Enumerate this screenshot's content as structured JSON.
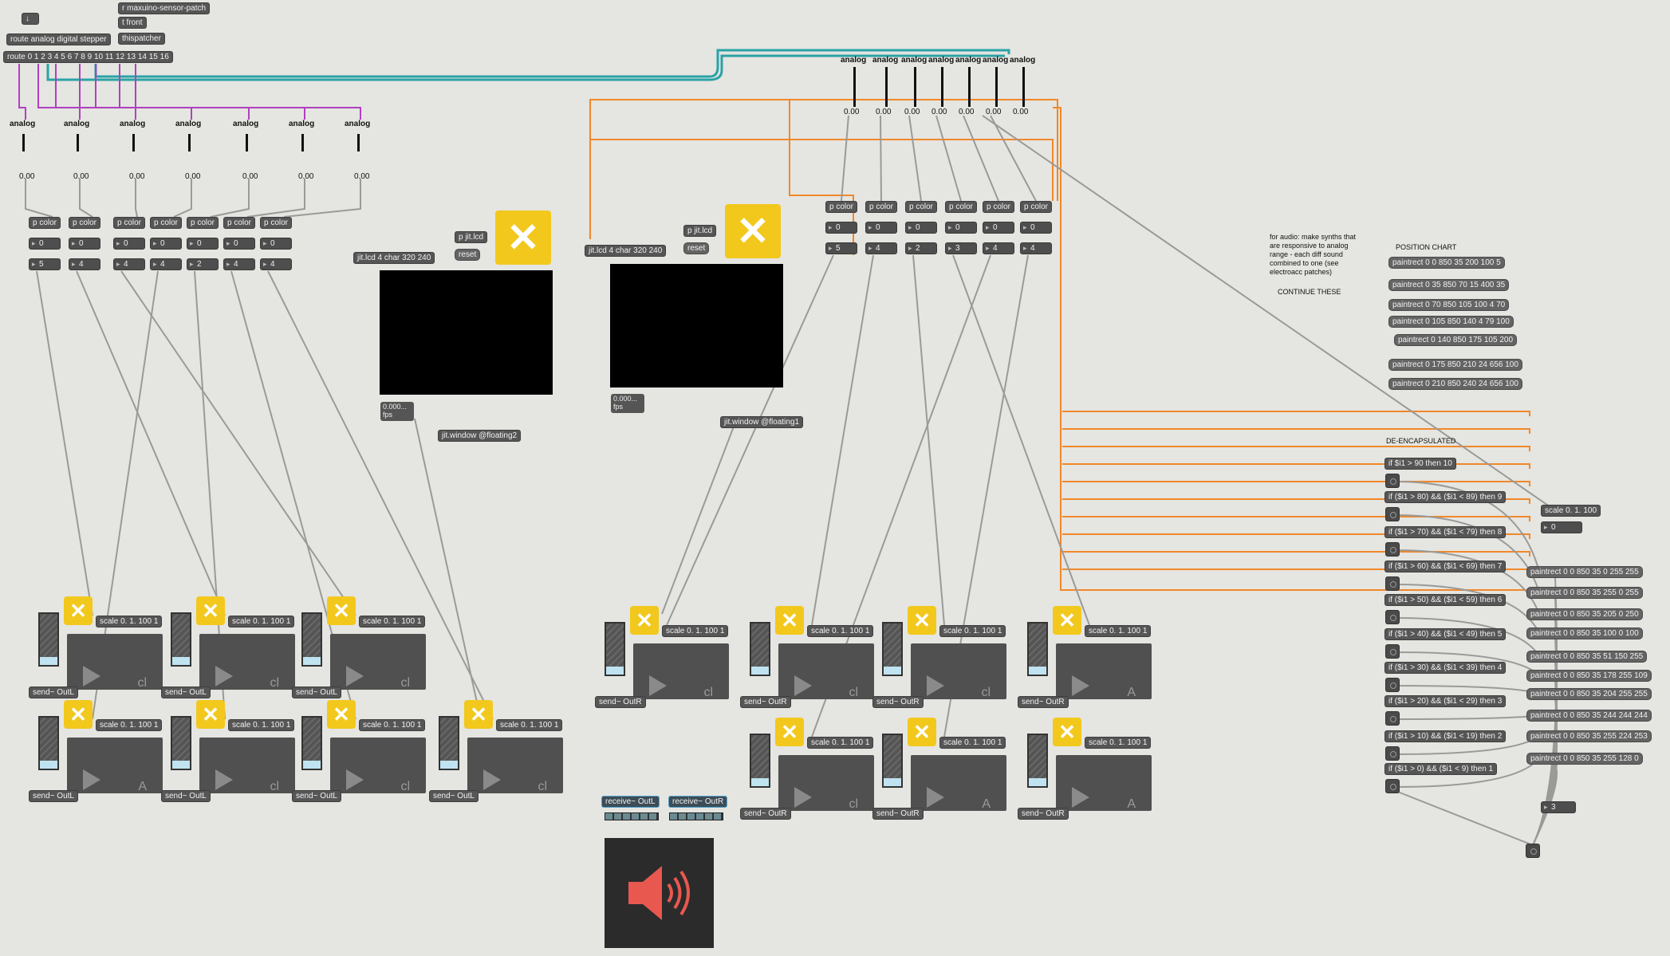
{
  "header": {
    "arrow": "↓",
    "route_main": "route analog digital stepper",
    "receive": "r maxuino-sensor-patch",
    "front": "t front",
    "thispatcher": "thispatcher",
    "route_pins": "route 0 1 2 3 4 5 6 7 8 9 10 11 12 13 14 15 16"
  },
  "analog_label": "analog",
  "zero_value": "0.00",
  "pcolor_label": "p color",
  "left_pcolor_values": [
    "5",
    "4",
    "4",
    "4",
    "2",
    "4",
    "4"
  ],
  "right_pcolor_values": [
    "5",
    "4",
    "2",
    "3",
    "4",
    "4"
  ],
  "zero_int": "0",
  "jit_lcd_label": "jit.lcd 4 char 320 240",
  "p_jit_lcd": "p jit.lcd",
  "reset": "reset",
  "fps_value": "0.000...",
  "fps_unit": "fps",
  "jit_window_left": "jit.window @floating2",
  "jit_window_right": "jit.window @floating1",
  "scale_label": "scale 0. 1. 100 1",
  "send_outL": "send~ OutL",
  "send_outR": "send~ OutR",
  "receive_outL": "receive~ OutL",
  "receive_outR": "receive~ OutR",
  "notes": {
    "audio": "for audio: make synths that are responsive to analog range - each diff sound combined to one (see electroacc patches)",
    "continue": "CONTINUE THESE",
    "position_chart": "POSITION CHART",
    "de_encapsulated": "DE-ENCAPSULATED"
  },
  "paintrect_chart": [
    "paintrect 0 0 850 35 200 100 5",
    "paintrect 0 35 850 70 15 400 35",
    "paintrect 0 70 850 105 100 4 70",
    "paintrect 0 105 850 140 4 79 100",
    "paintrect 0 140 850 175 105 200",
    "paintrect 0 175 850 210 24 656 100",
    "paintrect 0 210 850 240 24 656 100"
  ],
  "if_conditions": [
    "if $i1 > 90 then 10",
    "if ($i1 > 80) && ($i1 < 89) then 9",
    "if ($i1 > 70) && ($i1 < 79) then 8",
    "if ($i1 > 60) && ($i1 < 69) then 7",
    "if ($i1 > 50) && ($i1 < 59) then 6",
    "if ($i1 > 40) && ($i1 < 49) then 5",
    "if ($i1 > 30) && ($i1 < 39) then 4",
    "if ($i1 > 20) && ($i1 < 29) then 3",
    "if ($i1 > 10) && ($i1 < 19) then 2",
    "if ($i1 > 0) && ($i1 < 9) then 1"
  ],
  "scale_right": "scale 0. 1. 100",
  "scale_right_out": "0",
  "paintrect_colors": [
    "paintrect 0 0 850 35 0 255 255",
    "paintrect 0 0 850 35 255 0 255",
    "paintrect 0 0 850 35 205 0 250",
    "paintrect 0 0 850 35 100 0 100",
    "paintrect 0 0 850 35 51 150 255",
    "paintrect 0 0 850 35 178 255 109",
    "paintrect 0 0 850 35 204 255 255",
    "paintrect 0 0 850 35 244 244 244",
    "paintrect 0 0 850 35 255 224 253",
    "paintrect 0 0 850 35 255 128 0"
  ],
  "counter_value": "3",
  "player_tags": [
    "cl",
    "cl",
    "cl",
    "A",
    "cl",
    "cl",
    "cl",
    "cl",
    "cl",
    "cl",
    "A",
    "cl",
    "A",
    "A"
  ],
  "colors": {
    "canvas": "#e5e5e1",
    "orange_cord": "#f0882a",
    "teal_cord": "#2aa3a6",
    "purple_cord": "#b040c0",
    "cord": "#9a9a98",
    "yellow": "#f2c81c"
  }
}
